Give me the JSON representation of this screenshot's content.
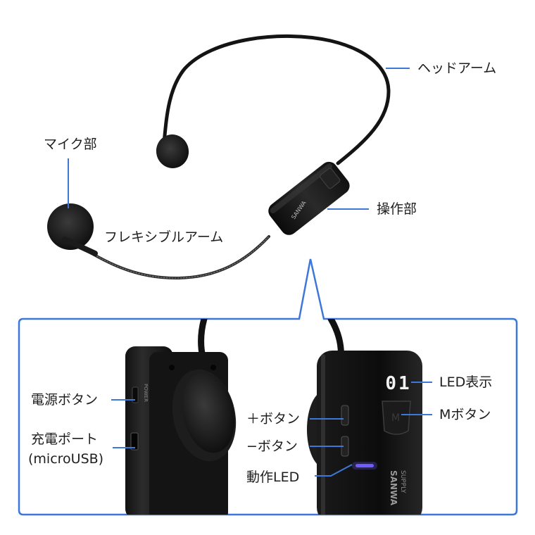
{
  "colors": {
    "accent": "#3d78d8"
  },
  "top": {
    "labels": {
      "head_arm": "ヘッドアーム",
      "mic": "マイク部",
      "flex_arm": "フレキシブルアーム",
      "control": "操作部"
    },
    "brand": "SANWA"
  },
  "detail": {
    "left": {
      "power_button": "電源ボタン",
      "charge_port_line1": "充電ポート",
      "charge_port_line2": "(microUSB)"
    },
    "right": {
      "plus_button": "＋ボタン",
      "minus_button": "−ボタン",
      "status_led": "動作LED",
      "led_display": "LED表示",
      "m_button": "Mボタン",
      "led_digits": "01",
      "m_key": "M",
      "brand_line1": "SANWA",
      "brand_line2": "SUPPLY"
    }
  }
}
